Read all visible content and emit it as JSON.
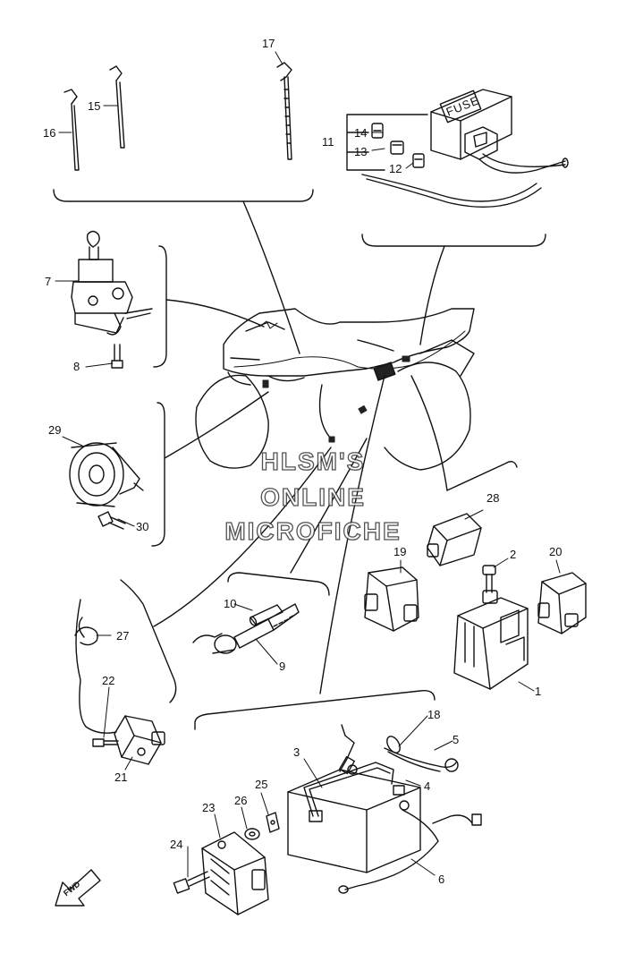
{
  "diagram": {
    "callouts": {
      "c1": "1",
      "c2": "2",
      "c3": "3",
      "c4": "4",
      "c5": "5",
      "c6": "6",
      "c7": "7",
      "c8": "8",
      "c9": "9",
      "c10": "10",
      "c11": "11",
      "c12": "12",
      "c13": "13",
      "c14": "14",
      "c15": "15",
      "c16": "16",
      "c17": "17",
      "c18": "18",
      "c19": "19",
      "c20": "20",
      "c21": "21",
      "c22": "22",
      "c23": "23",
      "c24": "24",
      "c25": "25",
      "c26": "26",
      "c27": "27",
      "c28": "28",
      "c29": "29",
      "c30": "30"
    },
    "fuse_box_label": "FUSE",
    "fwd_label": "FWD"
  },
  "watermark": {
    "line1": "HLSM'S",
    "line2": "ONLINE",
    "line3": "MICROFICHE"
  },
  "colors": {
    "ink": "#111111",
    "paper": "#ffffff",
    "shade": "#555555"
  }
}
